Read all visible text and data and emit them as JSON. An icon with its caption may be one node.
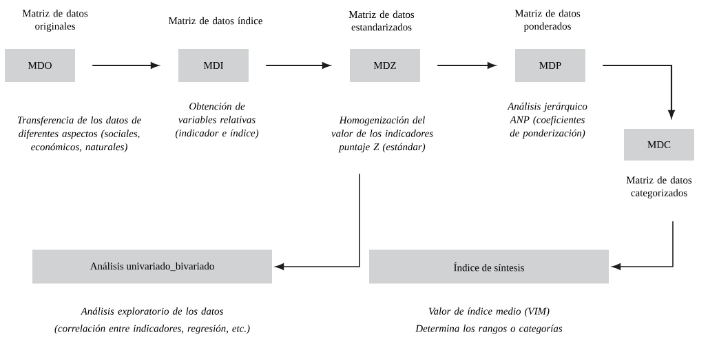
{
  "diagram": {
    "nodes": [
      {
        "text": [
          "Matriz de datos originales",
          "MDO"
        ],
        "beside": [
          "Transferencia de los datos de diferentes aspectos (sociales, económicos, naturales)"
        ]
      },
      {
        "text": [
          "Matriz de datos índice",
          "MDI"
        ],
        "beside": [
          "Obtención de variables relativas (indicador e índice)"
        ]
      },
      {
        "text": [
          "Matriz de datos estandarizados",
          "MDZ"
        ],
        "beside": [
          "Homogenización del valor de los indicadores puntaje Z (estándar)"
        ]
      },
      {
        "text": [
          "Matriz de datos ponderados",
          "MDP"
        ],
        "beside": [
          "Análisis jerárquico ANP (coeficientes de ponderización)"
        ]
      },
      {
        "text": [
          "MDC",
          "Matriz de datos categorizados"
        ]
      },
      {
        "text": [
          "Análisis univariado_bivariado"
        ],
        "beside": [
          "Análisis exploratorio de los datos",
          "(correlación entre indicadores, regresión, etc.)"
        ]
      },
      {
        "text": [
          "Índice de síntesis"
        ],
        "beside": [
          "Valor de índice medio (VIM)",
          "Determina los rangos o categorías"
        ]
      }
    ],
    "edges": [
      {
        "from": 0,
        "to": 1,
        "arrow": "to"
      },
      {
        "from": 1,
        "to": 2,
        "arrow": "to"
      },
      {
        "from": 2,
        "to": 3,
        "arrow": "to"
      },
      {
        "from": 3,
        "to": 4,
        "arrow": "to"
      },
      {
        "from": 4,
        "to": 6,
        "arrow": "to"
      },
      {
        "from": 2,
        "to": 5,
        "arrow": "to"
      }
    ]
  }
}
